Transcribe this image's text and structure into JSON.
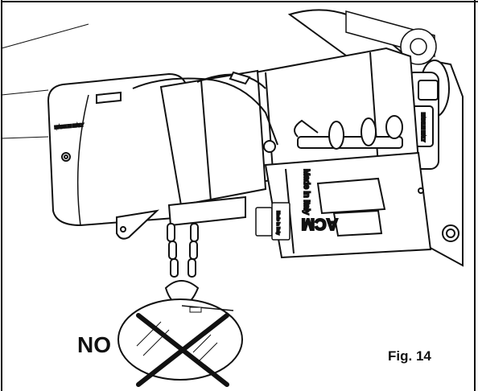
{
  "labels": {
    "no": "NO",
    "figure": "Fig. 14"
  },
  "markings": {
    "housing_left": "MADE IN ITALY",
    "housing_right": "MADE IN ITALY",
    "motor_side": "Made in Italy",
    "motor_logo": "ACM",
    "connector_small": "Made in Italy"
  },
  "colors": {
    "line": "#111111",
    "fill": "#ffffff"
  },
  "icons": {
    "prohibition": "cross-out-icon"
  }
}
